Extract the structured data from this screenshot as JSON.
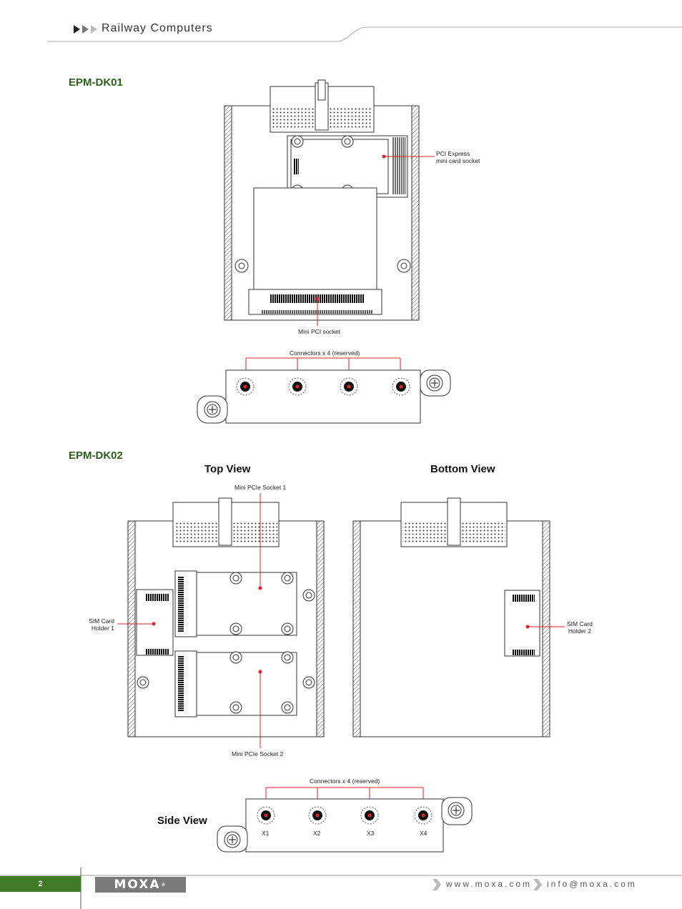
{
  "header": {
    "title": "Railway Computers"
  },
  "sections": {
    "dk01": {
      "title": "EPM-DK01",
      "pci_express_label": "PCI Express\nmini card socket",
      "mini_pci_label": "Mini PCI socket",
      "connectors_label": "Connectors x 4 (reserved)"
    },
    "dk02": {
      "title": "EPM-DK02",
      "top_view": "Top View",
      "bottom_view": "Bottom View",
      "side_view": "Side View",
      "socket1_label": "Mini PCIe Socket 1",
      "socket2_label": "Mini PCIe Socket 2",
      "sim1_label": "SIM Card\nHolder 1",
      "sim2_label": "SIM Card\nHolder 2",
      "connectors_label": "Connectors x 4 (reserved)",
      "connector_names": [
        "X1",
        "X2",
        "X3",
        "X4"
      ]
    }
  },
  "footer": {
    "page_number": "2",
    "logo": "MOXA",
    "website": "www.moxa.com",
    "email": "info@moxa.com"
  },
  "colors": {
    "accent_green": "#3f7b25",
    "title_green": "#2d5e1e",
    "callout_red": "#e0202a",
    "logo_gray": "#7a7a7a"
  }
}
